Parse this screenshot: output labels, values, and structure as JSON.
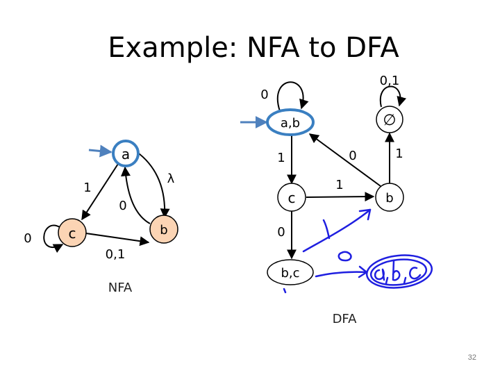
{
  "slide": {
    "title": "Example: NFA to DFA",
    "page_number": "32"
  },
  "nfa": {
    "caption": "NFA",
    "states": {
      "a": "a",
      "b": "b",
      "c": "c"
    },
    "edges": {
      "a_to_c": "1",
      "c_loop": "0",
      "c_to_b": "0,1",
      "b_to_a": "0",
      "a_to_b": "λ"
    }
  },
  "dfa": {
    "caption": "DFA",
    "states": {
      "ab": "a,b",
      "c": "c",
      "bc": "b,c",
      "b": "b",
      "empty": "∅"
    },
    "edges": {
      "ab_loop": "0",
      "ab_to_c": "1",
      "b_to_ab": "0",
      "c_to_b": "1",
      "b_to_empty": "1",
      "empty_loop": "0,1",
      "c_to_bc": "0"
    }
  },
  "colors": {
    "start_state_fill": "#ffffff",
    "start_state_border": "#3a7fc1",
    "nfa_state_fill": "#fbd4b4",
    "start_arrow": "#4f81bd",
    "ink": "#1f1fe0"
  }
}
